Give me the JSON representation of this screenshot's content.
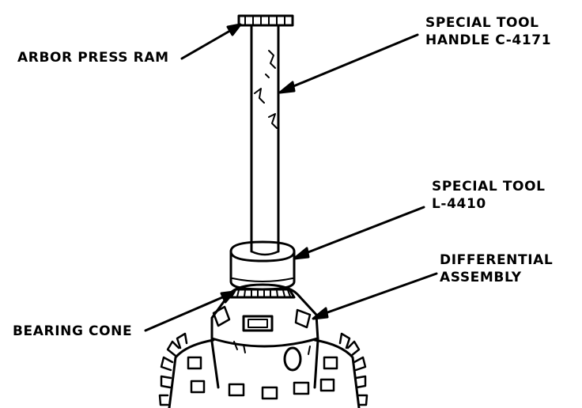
{
  "labels": {
    "arbor_press_ram": "ARBOR PRESS RAM",
    "special_tool_handle": [
      "SPECIAL TOOL",
      "HANDLE C-4171"
    ],
    "special_tool_l4410": [
      "SPECIAL TOOL",
      "L-4410"
    ],
    "differential_assembly": [
      "DIFFERENTIAL",
      "ASSEMBLY"
    ],
    "bearing_cone": "BEARING CONE"
  },
  "colors": {
    "ink": "#000000",
    "paper": "#ffffff"
  }
}
